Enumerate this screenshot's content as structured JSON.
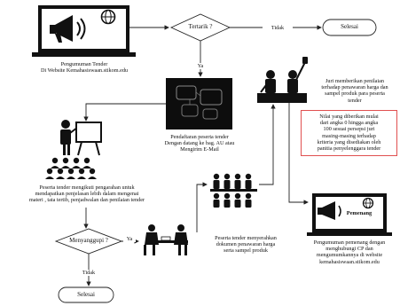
{
  "decisions": {
    "interested": "Tertarik ?",
    "agree": "Menyanggupi ?"
  },
  "terminals": {
    "done_top": "Selesai",
    "done_bottom": "Selesai"
  },
  "flow_labels": {
    "no_top": "Tidak",
    "yes_interested": "Ya",
    "yes_agree": "Ya",
    "no_agree": "Tidak"
  },
  "steps": {
    "announce": [
      "Pengumuman Tender",
      "Di Website Kemahasiswaan.stikom.edu"
    ],
    "register": [
      "Pendaftaran peserta tender",
      "Dengan datang ke bag. AU atau",
      "Mengirim E-Mail"
    ],
    "briefing": [
      "Peserta tender mengikuti pengarahan untuk",
      "mendapatkan penjelasan lebih dalam mengenai",
      "materi , tata tertib, penjadwalan dan penilaian tender"
    ],
    "submit": [
      "Peserta tender menyerahkan",
      "dokumen penawaran harga",
      "serta sampel produk"
    ],
    "judging": [
      "Juri memberikan penilaian",
      "terhadap penawaran harga dan",
      "sampel produk para peserta",
      "tender"
    ],
    "scoring_note": [
      "Nilai yang diberikan mulai",
      "dari angka 0 hingga angka",
      "100 sesuai persepsi juri",
      "masing-masing terhadap",
      "kriteria yang disediakan oleh",
      "panitia penyelenggara tender"
    ],
    "winner": [
      "Pengumuman pemenang dengan",
      "menghubungi CP dan",
      "mengumumkannya di website",
      "kemahasiswaan.stikom.edu"
    ]
  },
  "laptop_badge": "Pemenang",
  "colors": {
    "line": "#222222",
    "icon": "#111111",
    "note_border": "#e05050"
  },
  "icons": [
    "megaphone-icon",
    "globe-icon",
    "registration-photo-icon",
    "presentation-audience-icon",
    "people-table-icon",
    "meeting-group-icon",
    "jury-podium-icon"
  ]
}
